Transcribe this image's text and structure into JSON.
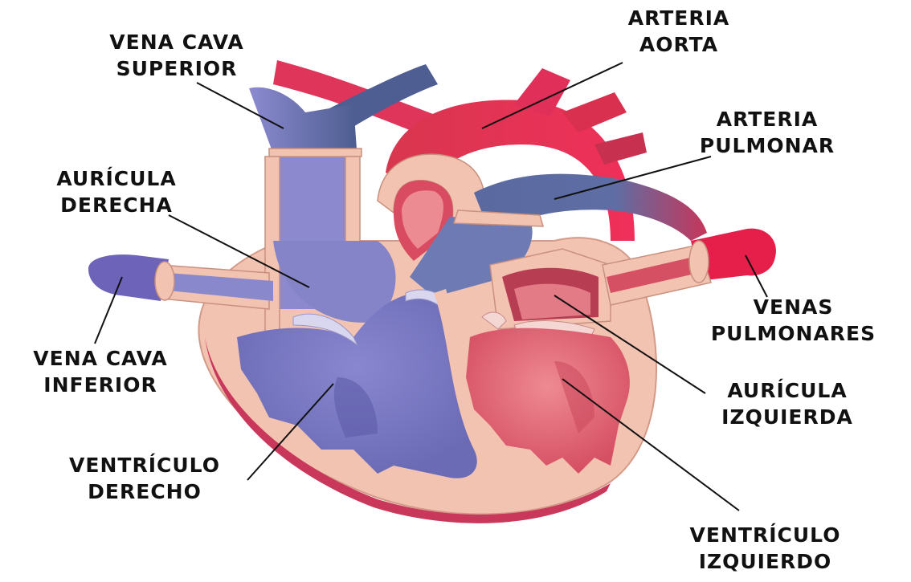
{
  "colors": {
    "background": "#ffffff",
    "tissue": "#f2c4b4",
    "tissue_edge": "#d9a190",
    "deoxygenated": "#7d7cc4",
    "deoxygenated_dark": "#4a5a8e",
    "oxygenated": "#e6697a",
    "oxygenated_dark": "#c02848",
    "leader_line": "#111111",
    "text": "#111111"
  },
  "labels": {
    "vena_cava_superior": {
      "line1": "VENA CAVA",
      "line2": "SUPERIOR"
    },
    "arteria_aorta": {
      "line1": "ARTERIA",
      "line2": "AORTA"
    },
    "arteria_pulmonar": {
      "line1": "ARTERIA",
      "line2": "PULMONAR"
    },
    "auricula_derecha": {
      "line1": "AURÍCULA",
      "line2": "DERECHA"
    },
    "vena_cava_inferior": {
      "line1": "VENA CAVA",
      "line2": "INFERIOR"
    },
    "venas_pulmonares": {
      "line1": "VENAS",
      "line2": "PULMONARES"
    },
    "auricula_izquierda": {
      "line1": "AURÍCULA",
      "line2": "IZQUIERDA"
    },
    "ventriculo_derecho": {
      "line1": "VENTRÍCULO",
      "line2": "DERECHO"
    },
    "ventriculo_izquierdo": {
      "line1": "VENTRÍCULO",
      "line2": "IZQUIERDO"
    }
  }
}
